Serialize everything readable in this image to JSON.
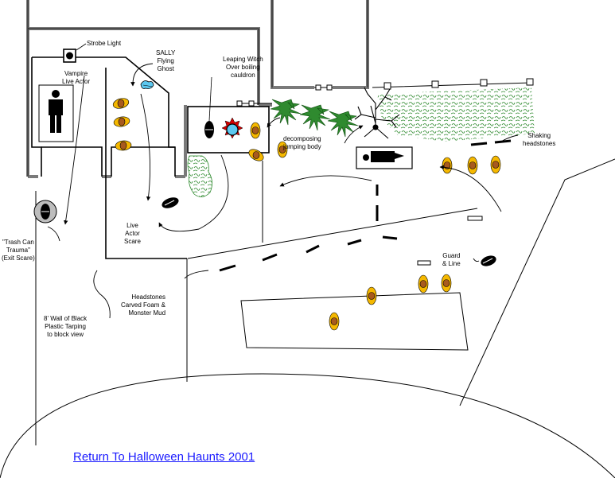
{
  "labels": {
    "strobe_light": "Strobe Light",
    "sally": "SALLY\nFlying\nGhost",
    "vampire": "Vampire\nLive Actor",
    "witch": "Leaping Witch\nOver boiling\ncauldron",
    "decomposing": "decomposing\njumping body",
    "shaking": "Shaking\nheadstones",
    "trash_can": "\"Trash Can\nTrauma\"\n(Exit Scare)",
    "live_actor_scare": "Live\nActor\nScare",
    "guard_line": "Guard\n& Line",
    "headstones": "Headstones\nCarved Foam &\nMonster Mud",
    "wall": "8' Wall of Black\nPlastic Tarping\nto block view"
  },
  "link": {
    "text": "Return To Halloween Haunts 2001"
  },
  "colors": {
    "line": "#000000",
    "wall": "#7a7a7a",
    "pumpkin_outer": "#f5b800",
    "pumpkin_inner": "#a85a1e",
    "ghost": "#5cc8f0",
    "shrub": "#2f8a2f",
    "link": "#1a1aff"
  },
  "icons": [
    "strobe-light-icon",
    "flying-ghost-icon",
    "vampire-figure-icon",
    "cauldron-icon",
    "pumpkin-icon",
    "crow-icon",
    "trash-can-icon",
    "shrub-icon",
    "tree-icon",
    "fence-post-icon"
  ]
}
